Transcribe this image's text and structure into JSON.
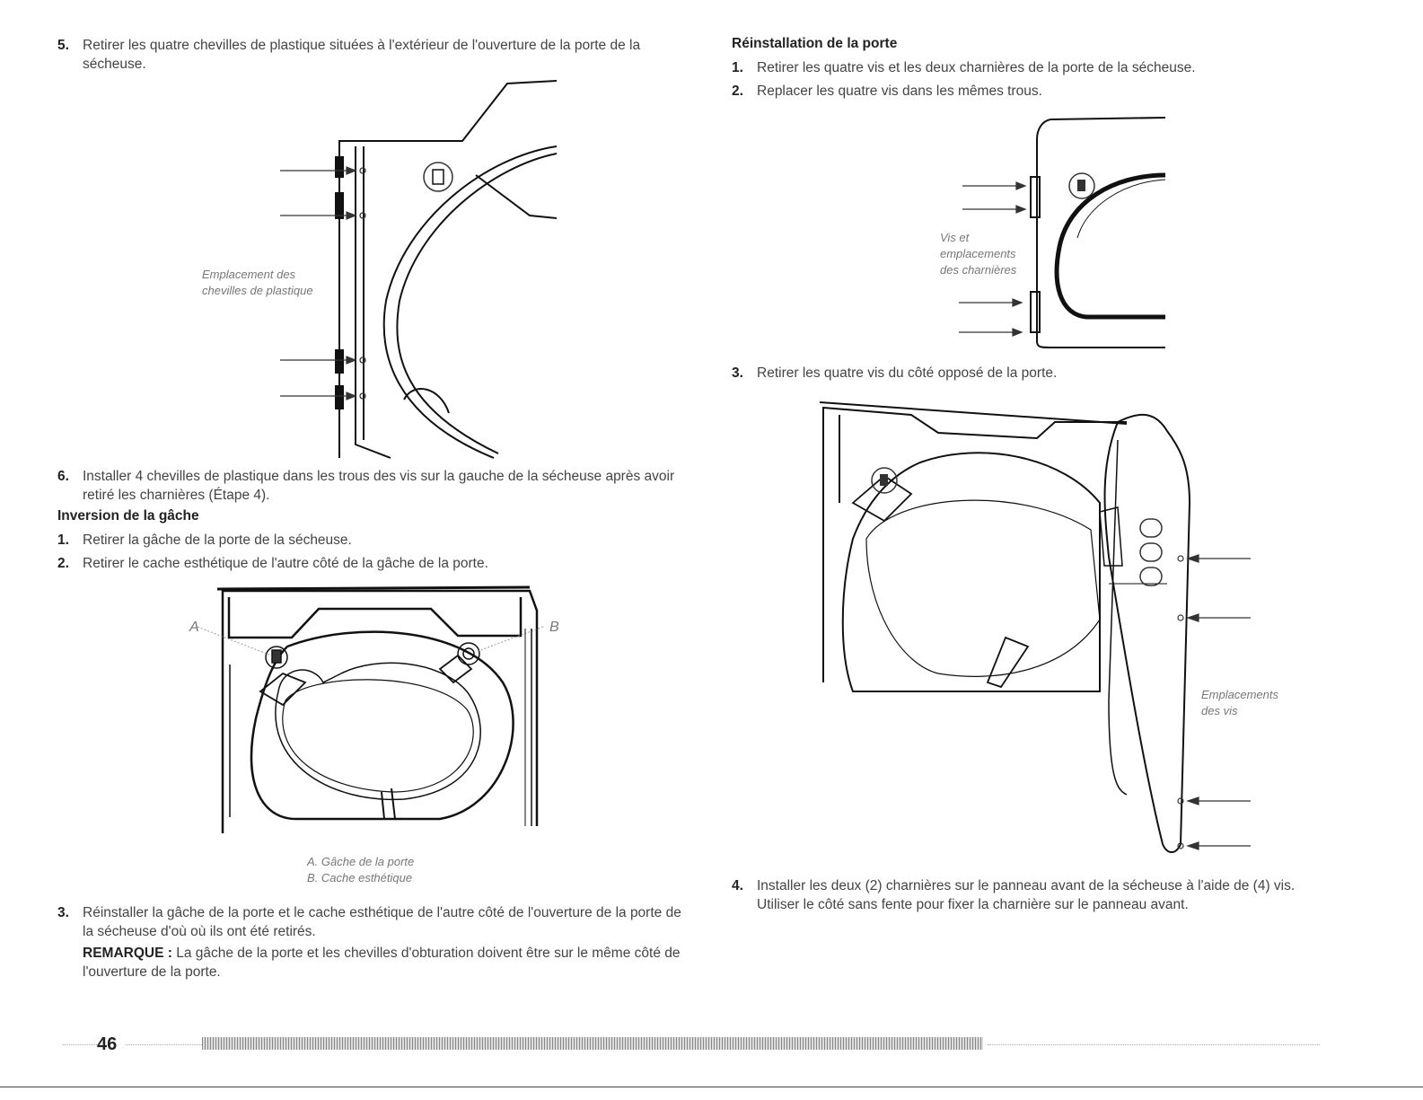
{
  "left": {
    "step5": {
      "num": "5.",
      "text": "Retirer les quatre chevilles de plastique situées à l'extérieur de l'ouverture de la porte de la sécheuse."
    },
    "fig1_caption": [
      "Emplacement des",
      "chevilles de plastique"
    ],
    "step6": {
      "num": "6.",
      "text": "Installer 4 chevilles de plastique dans les trous des vis sur la gauche de la sécheuse après avoir retiré les charnières (Étape 4)."
    },
    "heading": "Inversion de la gâche",
    "step1": {
      "num": "1.",
      "text": "Retirer la gâche de la porte de la sécheuse."
    },
    "step2": {
      "num": "2.",
      "text": "Retirer le cache esthétique de l'autre côté de la gâche de la porte."
    },
    "fig2_label_a": "A",
    "fig2_label_b": "B",
    "fig2_caption": [
      "A. Gâche de la porte",
      "B. Cache esthétique"
    ],
    "step3": {
      "num": "3.",
      "text": "Réinstaller la gâche de la porte et le cache esthétique de l'autre côté de l'ouverture de la porte de la sécheuse d'où où ils ont été retirés."
    },
    "note_label": "REMARQUE :",
    "note_text": " La gâche de la porte et les chevilles d'obturation doivent être sur le même côté de l'ouverture de la porte."
  },
  "right": {
    "heading": "Réinstallation de la porte",
    "step1": {
      "num": "1.",
      "text": "Retirer les quatre vis et les deux charnières de la porte de la sécheuse."
    },
    "step2": {
      "num": "2.",
      "text": "Replacer les quatre vis dans les mêmes trous."
    },
    "fig3_caption": [
      "Vis et",
      "emplacements",
      "des charnières"
    ],
    "step3": {
      "num": "3.",
      "text": "Retirer les quatre vis du côté opposé de la porte."
    },
    "fig4_caption": [
      "Emplacements",
      "des vis"
    ],
    "step4": {
      "num": "4.",
      "text": "Installer les deux (2) charnières sur le panneau avant de la sécheuse à l'aide de (4) vis. Utiliser le côté sans fente pour fixer la charnière sur le panneau avant."
    }
  },
  "footer": {
    "page_number": "46"
  }
}
